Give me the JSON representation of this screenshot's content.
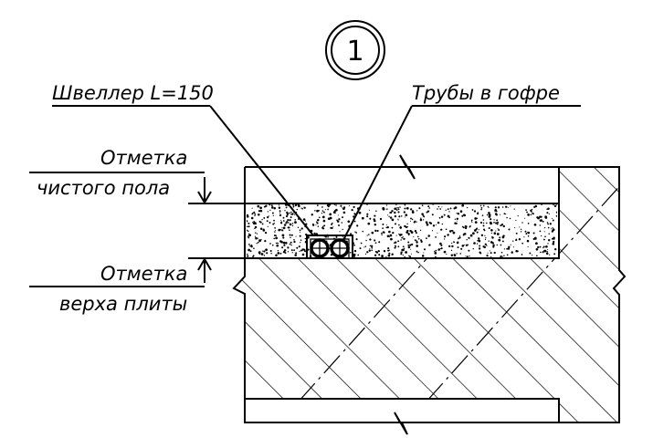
{
  "labels": {
    "callout_number": "1",
    "channel": "Швеллер L=150",
    "pipes": "Трубы в гофре",
    "finish_floor_mark_1": "Отметка",
    "finish_floor_mark_2": "чистого пола",
    "slab_top_mark_1": "Отметка",
    "slab_top_mark_2": "верха плиты"
  },
  "icons": {
    "break": "break-line-icon",
    "level": "level-mark-icon"
  }
}
